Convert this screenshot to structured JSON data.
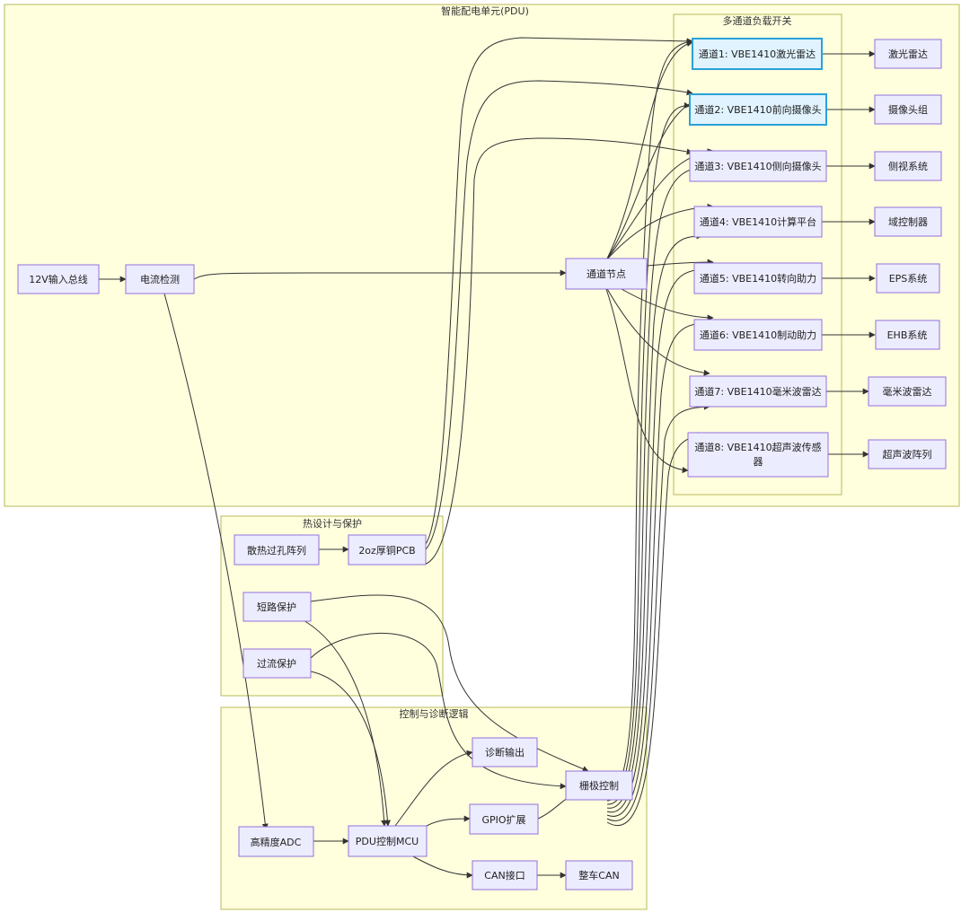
{
  "groups": {
    "pdu": "智能配电单元(PDU)",
    "channels": "多通道负载开关",
    "thermal": "热设计与保护",
    "control": "控制与诊断逻辑"
  },
  "nodes": {
    "input_bus": "12V输入总线",
    "current_detect": "电流检测",
    "channel_node": "通道节点",
    "ch1": "通道1: VBE1410激光雷达",
    "ch2": "通道2: VBE1410前向摄像头",
    "ch3": "通道3: VBE1410侧向摄像头",
    "ch4": "通道4: VBE1410计算平台",
    "ch5": "通道5: VBE1410转向助力",
    "ch6": "通道6: VBE1410制动助力",
    "ch7": "通道7: VBE1410毫米波雷达",
    "ch8_line1": "通道8: VBE1410超声波传感",
    "ch8_line2": "器",
    "lidar": "激光雷达",
    "camera_group": "摄像头组",
    "side_view": "侧视系统",
    "domain_ctrl": "域控制器",
    "eps": "EPS系统",
    "ehb": "EHB系统",
    "mmw_radar": "毫米波雷达",
    "ultrasonic": "超声波阵列",
    "vias": "散热过孔阵列",
    "pcb": "2oz厚铜PCB",
    "short_protect": "短路保护",
    "overcurrent": "过流保护",
    "diag_out": "诊断输出",
    "gate_ctrl": "栅极控制",
    "gpio": "GPIO扩展",
    "adc": "高精度ADC",
    "mcu": "PDU控制MCU",
    "can": "CAN接口",
    "vehicle_can": "整车CAN"
  },
  "colors": {
    "group_fill": "#ffffde",
    "group_stroke": "#b8b85a",
    "node_fill": "#ececff",
    "node_stroke": "#9370db",
    "highlight_fill": "#e0f3ff",
    "highlight_stroke": "#2aa1d8",
    "edge": "#333333"
  }
}
